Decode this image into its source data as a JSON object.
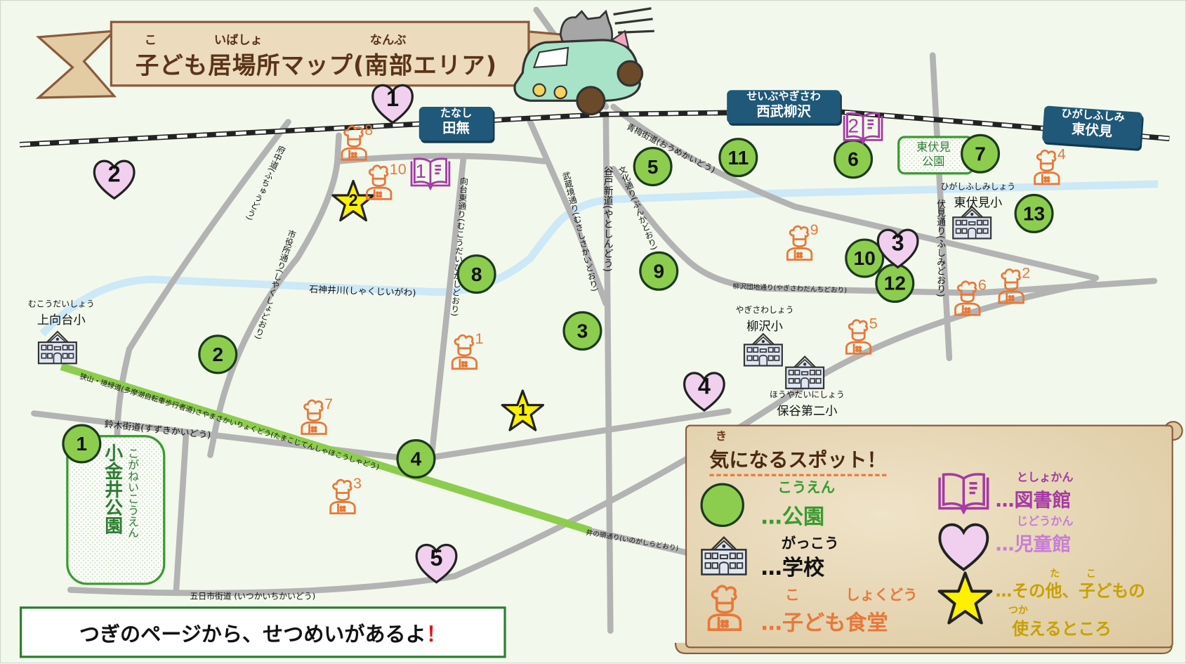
{
  "title": {
    "text": "子ども居場所マップ(南部エリア)",
    "ruby": [
      "こ",
      "いばしょ",
      "なんぶ"
    ]
  },
  "stations": [
    {
      "kana": "たなし",
      "name": "田無"
    },
    {
      "kana": "せいぶやぎさわ",
      "name": "西武柳沢"
    },
    {
      "kana": "ひがしふしみ",
      "name": "東伏見"
    }
  ],
  "roads": {
    "fuchu": "府中道(ふちゅうどう)",
    "shiyakusho": "市役所通り(しやくしょどおり)",
    "mukoudai": "向台東通り(むこうだいひがしどおり)",
    "musashisakai": "武蔵境通り(むさしさかいどおり)",
    "yato": "谷戸新道(やとしんどう)",
    "bunka": "文化通り(ぶんかどおり)",
    "oume": "青梅街道(おうめかいどう)",
    "yagisawa_danchi": "柳沢団地通り(やぎさわだんちどおり)",
    "fushimi": "伏見通り(ふしみどおり)",
    "river": "石神井川(しゃくじいがわ)",
    "ryokudo": "狭山・境緑道(多摩湖自転車歩行者道)さやまさかいりょくどう(たまこじてんしゃほこうしゃどう)",
    "suzuki": "鈴木街道(すずきかいどう)",
    "inokashira": "井の頭通り(いのがしらどおり)",
    "itsukaichi": "五日市街道 (いつかいちかいどう)"
  },
  "markers": {
    "parks": [
      "1",
      "2",
      "3",
      "4",
      "5",
      "6",
      "7",
      "8",
      "9",
      "10",
      "11",
      "12",
      "13"
    ],
    "hearts": [
      "1",
      "2",
      "3",
      "4",
      "5"
    ],
    "stars": [
      "1",
      "2"
    ],
    "libraries": [
      "1",
      "2"
    ],
    "cafeterias": [
      "1",
      "2",
      "3",
      "4",
      "5",
      "6",
      "7",
      "8",
      "9",
      "10"
    ]
  },
  "places": {
    "koganei": {
      "name": "小金井公園",
      "kana": "こがねいこうえん"
    },
    "higashifushimi_park": "東伏見公園"
  },
  "schools": [
    {
      "kana": "むこうだいしょう",
      "name": "上向台小"
    },
    {
      "kana": "やぎさわしょう",
      "name": "柳沢小"
    },
    {
      "kana": "ほうやだいにしょう",
      "name": "保谷第二小"
    },
    {
      "kana": "ひがしふしみしょう",
      "name": "東伏見小"
    }
  ],
  "legend": {
    "title_ruby": "き",
    "title": "気になるスポット！",
    "park": {
      "ruby": "こうえん",
      "label": "…公園"
    },
    "school": {
      "ruby": "がっこう",
      "label": "…学校"
    },
    "cafeteria": {
      "ruby1": "こ",
      "ruby2": "しょくどう",
      "label": "…子ども食堂"
    },
    "library": {
      "ruby": "としょかん",
      "label": "…図書館"
    },
    "jidokan": {
      "ruby": "じどうかん",
      "label": "…児童館"
    },
    "other": {
      "ruby1": "た",
      "ruby2": "こ",
      "ruby3": "つか",
      "label1": "…その他、子どもの",
      "label2": "使えるところ"
    }
  },
  "notice": {
    "text": "つぎのページから、せつめいがあるよ",
    "mark": "！"
  },
  "colors": {
    "park": "#8ccd4e",
    "heart": "#f0d0ee",
    "star": "#ffef00",
    "cafeteria": "#e8783a",
    "library": "#a43aa4",
    "station": "#1f5878",
    "road": "#b3b3b3",
    "river": "#cde8f7",
    "greenway": "#8ccd4e"
  }
}
